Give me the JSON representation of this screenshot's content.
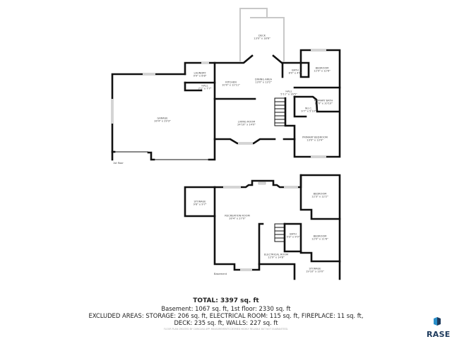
{
  "floors": {
    "first": {
      "label": "1st floor",
      "rooms": [
        {
          "name": "DECK",
          "size": "13'0\" x 18'6\""
        },
        {
          "name": "BEDROOM",
          "size": "12'9\" x 12'6\""
        },
        {
          "name": "LAUNDRY",
          "size": "9'9\" x 6'8\""
        },
        {
          "name": "BATH",
          "size": "8'0\" x 4'8\""
        },
        {
          "name": "KITCHEN",
          "size": "10'0\" x 12'11\""
        },
        {
          "name": "DINING AREA",
          "size": "13'0\" x 13'2\""
        },
        {
          "name": "HALL",
          "size": "7'1\" x 7'7\""
        },
        {
          "name": "HALL",
          "size": "5'11\" x 16'5\""
        },
        {
          "name": "PRIMARY BATH",
          "size": "13'0\" x 10'10\""
        },
        {
          "name": "W.I.C.",
          "size": "9'7\" x 5'10\""
        },
        {
          "name": "GARAGE",
          "size": "30'4\" x 29'3\""
        },
        {
          "name": "LIVING ROOM",
          "size": "24'10\" x 14'0\""
        },
        {
          "name": "PRIMARY BEDROOM",
          "size": "13'0\" x 13'4\""
        }
      ]
    },
    "basement": {
      "label": "Basement",
      "rooms": [
        {
          "name": "STORAGE",
          "size": "9'6\" x 9'7\""
        },
        {
          "name": "RECREATION ROOM",
          "size": "30'4\" x 27'0\""
        },
        {
          "name": "BEDROOM",
          "size": "12'3\" x 12'2\""
        },
        {
          "name": "BATH",
          "size": "5'3\" x 9'0\""
        },
        {
          "name": "BEDROOM",
          "size": "12'0\" x 11'6\""
        },
        {
          "name": "ELECTRICAL ROOM",
          "size": "12'9\" x 14'8\""
        },
        {
          "name": "STORAGE",
          "size": "19'10\" x 10'0\""
        }
      ]
    }
  },
  "summary": {
    "total": "TOTAL: 3397 sq. ft",
    "line1": "Basement: 1067 sq. ft, 1st floor: 2330 sq. ft",
    "line2": "EXCLUDED AREAS: STORAGE: 206 sq. ft, ELECTRICAL ROOM: 115 sq. ft, FIREPLACE: 11 sq. ft,",
    "line3": "DECK: 235 sq. ft, WALLS: 227 sq. ft",
    "credit": "FLOOR PLAN CREATED BY CUBICASA APP. MEASUREMENTS DEEMED HIGHLY RELIABLE BUT NOT GUARANTEED."
  },
  "logo": {
    "text": "RASE",
    "color": "#1d3a5c",
    "accent": "#2a8fc9"
  }
}
